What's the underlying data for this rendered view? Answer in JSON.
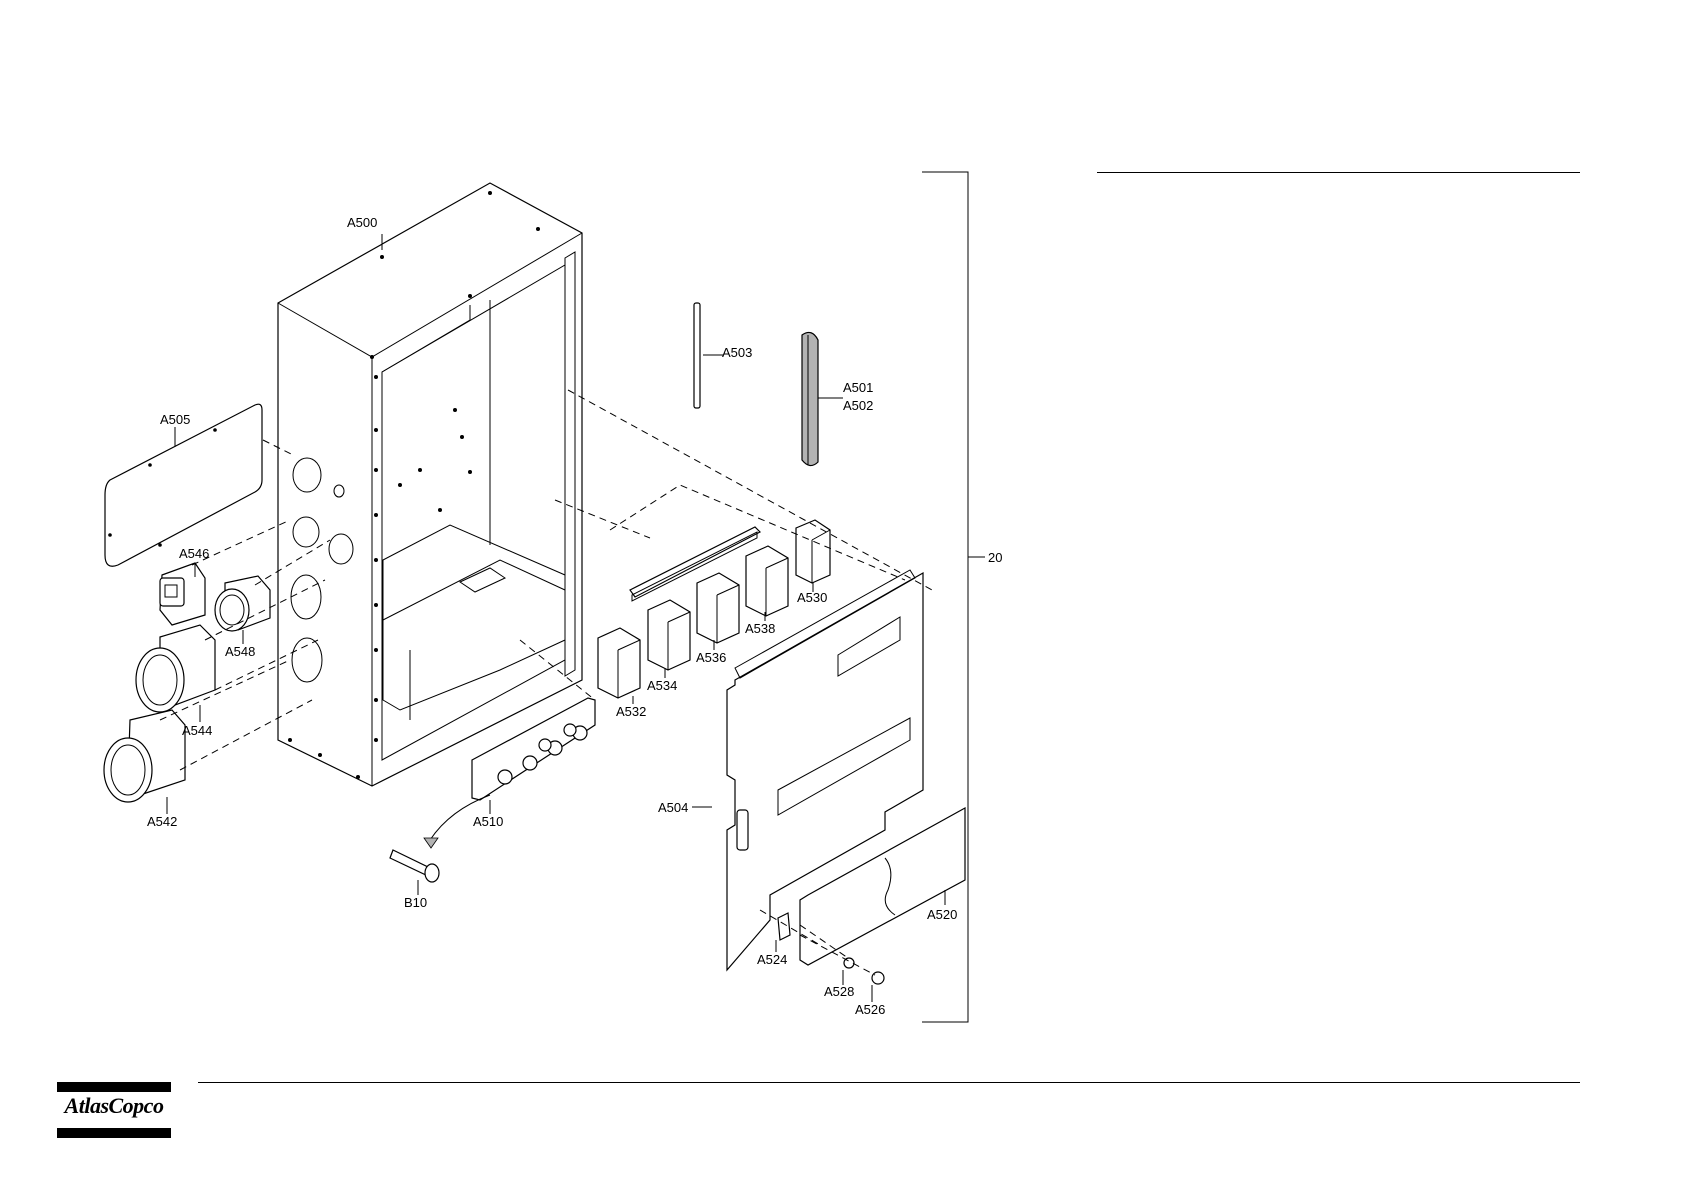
{
  "callouts": {
    "a500": "A500",
    "a503": "A503",
    "a501": "A501",
    "a502": "A502",
    "a505": "A505",
    "a546": "A546",
    "a548": "A548",
    "a544": "A544",
    "a542": "A542",
    "a510": "A510",
    "b10": "B10",
    "a530": "A530",
    "a538": "A538",
    "a536": "A536",
    "a534": "A534",
    "a532": "A532",
    "a504": "A504",
    "a520": "A520",
    "a524": "A524",
    "a528": "A528",
    "a526": "A526",
    "group_20": "20"
  },
  "logo": {
    "text": "AtlasCopco"
  },
  "colors": {
    "ink": "#000000",
    "background": "#ffffff",
    "fill_gray": "#b3b3b3"
  }
}
